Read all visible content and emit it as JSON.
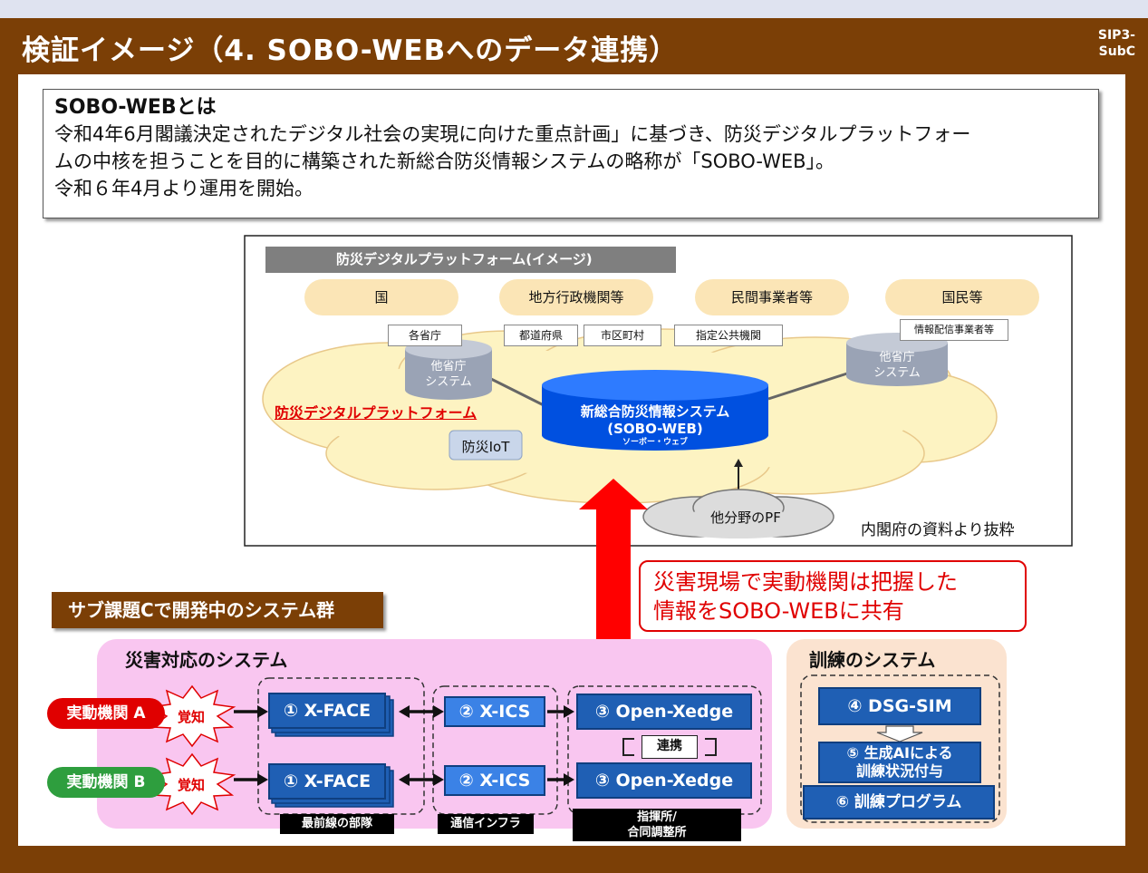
{
  "header": {
    "title": "検証イメージ（4. SOBO-WEBへのデータ連携）",
    "badge_line1": "SIP3-",
    "badge_line2": "SubC"
  },
  "definition": {
    "heading": "SOBO-WEBとは",
    "lines": [
      "令和4年6月閣議決定されたデジタル社会の実現に向けた重点計画」に基づき、防災デジタルプラットフォー",
      "ムの中核を担うことを目的に構築された新総合防災情報システムの略称が「SOBO-WEB」。",
      "令和６年4月より運用を開始。"
    ]
  },
  "platform": {
    "title": "防災デジタルプラットフォーム(イメージ)",
    "stakeholders": [
      "国",
      "地方行政機関等",
      "民間事業者等",
      "国民等"
    ],
    "sublabels": [
      "各省庁",
      "都道府県",
      "市区町村",
      "指定公共機関",
      "情報配信事業者等"
    ],
    "cloud_label": "防災デジタルプラットフォーム",
    "left_cylinder": [
      "他省庁",
      "システム"
    ],
    "right_cylinder": [
      "他省庁",
      "システム"
    ],
    "center_cylinder": [
      "新総合防災情報システム",
      "(SOBO-WEB)",
      "ソーボー・ウェブ"
    ],
    "iot": "防災IoT",
    "other_pf": "他分野のPF",
    "source_note": "内閣府の資料より抜粋"
  },
  "callout": {
    "line1": "災害現場で実動機関は把握した",
    "line2": "情報をSOBO-WEBに共有"
  },
  "subc_title": "サブ課題Cで開発中のシステム群",
  "response": {
    "title": "災害対応のシステム",
    "agency_a": "実動機関 A",
    "agency_b": "実動機関 B",
    "kakuchi": "覚知",
    "xface": "① X-FACE",
    "xics": "② X-ICS",
    "openxedge": "③ Open-Xedge",
    "renkei": "連携",
    "label_front": "最前線の部隊",
    "label_comm": "通信インフラ",
    "label_cmd1": "指揮所/",
    "label_cmd2": "合同調整所"
  },
  "training": {
    "title": "訓練のシステム",
    "dsg": "④ DSG-SIM",
    "ai1": "⑤ 生成AIによる",
    "ai2": "訓練状況付与",
    "program": "⑥ 訓練プログラム"
  },
  "colors": {
    "brown": "#7b3f06",
    "blue": "#1f5fb4",
    "red": "#e00000",
    "green": "#2e9e3e",
    "cloud": "#fdf3c2",
    "pink": "#f9c6f0",
    "peach": "#fbe3d0"
  }
}
